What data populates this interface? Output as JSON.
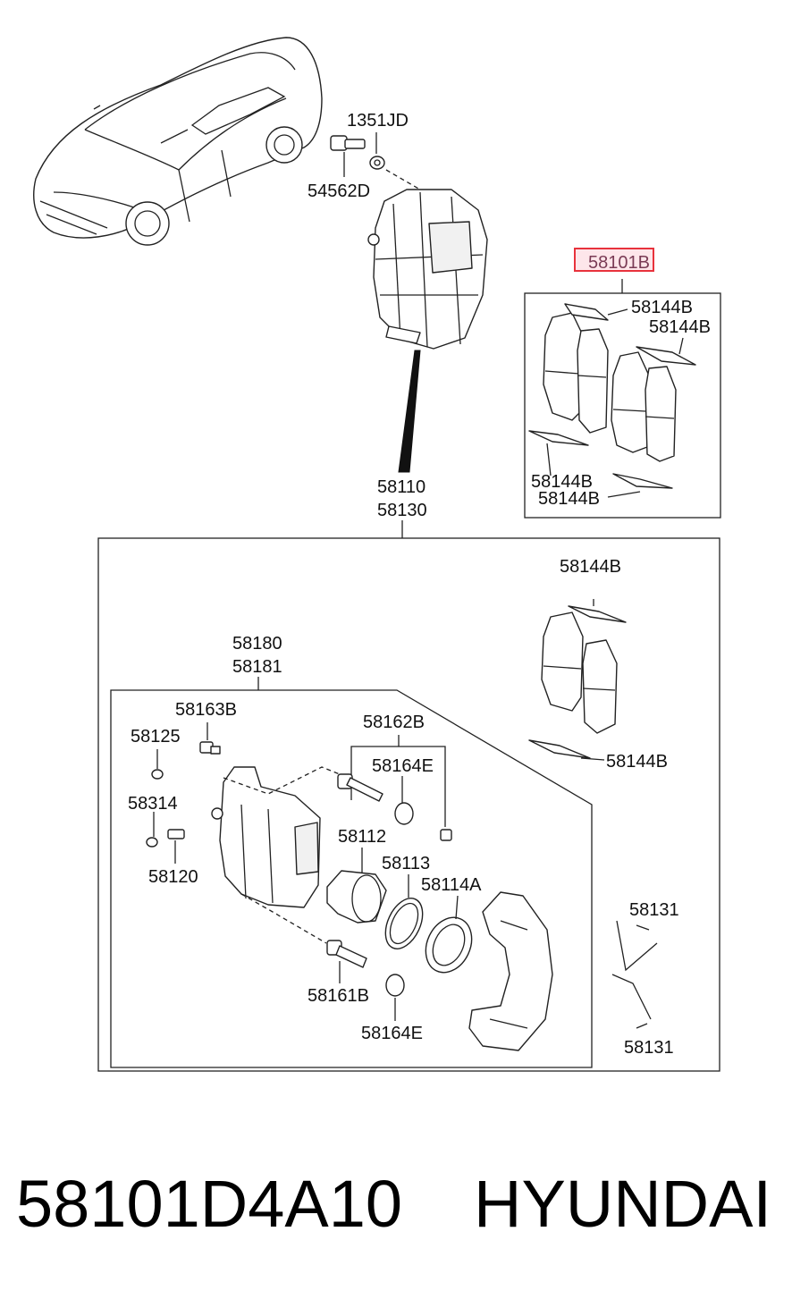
{
  "callouts": {
    "bolt_top": "1351JD",
    "bolt_guide": "54562D",
    "caliper_front": "58110",
    "caliper_rear": "58130",
    "pad_kit": "58101B",
    "shim_a": "58144B",
    "shim_b": "58144B",
    "shim_c": "58144B",
    "shim_d": "58144B",
    "shim_e": "58144B",
    "shim_f": "58144B",
    "housing_front": "58180",
    "housing_rear": "58181",
    "bleeder_bolt": "58163B",
    "bleeder_plug": "58125",
    "cap": "58314",
    "screw": "58120",
    "guide_pin_kit": "58162B",
    "boot_upper": "58164E",
    "piston": "58112",
    "piston_seal": "58113",
    "dust_boot": "58114A",
    "guide_pin_lower": "58161B",
    "boot_lower": "58164E",
    "spring_upper": "58131",
    "spring_lower": "58131"
  },
  "caption": {
    "part_number": "58101D4A10",
    "brand": "HYUNDAI"
  },
  "colors": {
    "highlight_box": "#e8323c",
    "highlight_fill": "#fde6ea"
  }
}
